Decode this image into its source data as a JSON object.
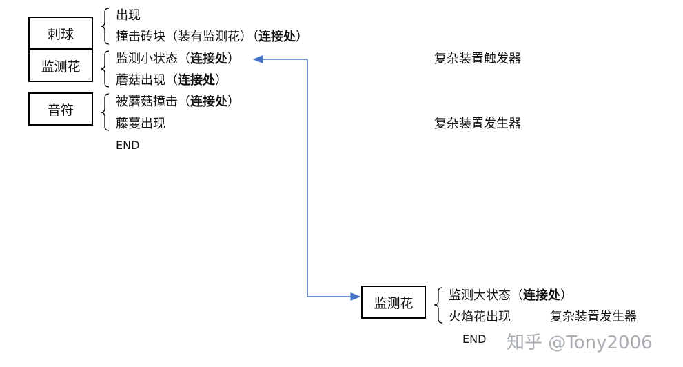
{
  "top_group": {
    "boxes": [
      "刺球",
      "监测花",
      "音符"
    ],
    "lines": [
      {
        "text": "出现",
        "bold": ""
      },
      {
        "text": "撞击砖块（装有监测花）（",
        "bold": "连接处",
        "suffix": "）"
      },
      {
        "text": "监测小状态（",
        "bold": "连接处",
        "suffix": "）"
      },
      {
        "text": "蘑菇出现（",
        "bold": "连接处",
        "suffix": "）"
      },
      {
        "text": "被蘑菇撞击（",
        "bold": "连接处",
        "suffix": "）"
      },
      {
        "text": "藤蔓出现",
        "bold": ""
      }
    ],
    "end_label": "END",
    "right_labels": [
      "复杂装置触发器",
      "复杂装置发生器"
    ]
  },
  "bottom_group": {
    "box": "监测花",
    "lines": [
      {
        "text": "监测大状态（",
        "bold": "连接处",
        "suffix": "）"
      },
      {
        "text": "火焰花出现",
        "extra": "复杂装置发生器"
      }
    ],
    "end_label": "END"
  },
  "watermark": "知乎 @Tony2006",
  "colors": {
    "arrow": "#4472c4",
    "text": "#111111"
  }
}
